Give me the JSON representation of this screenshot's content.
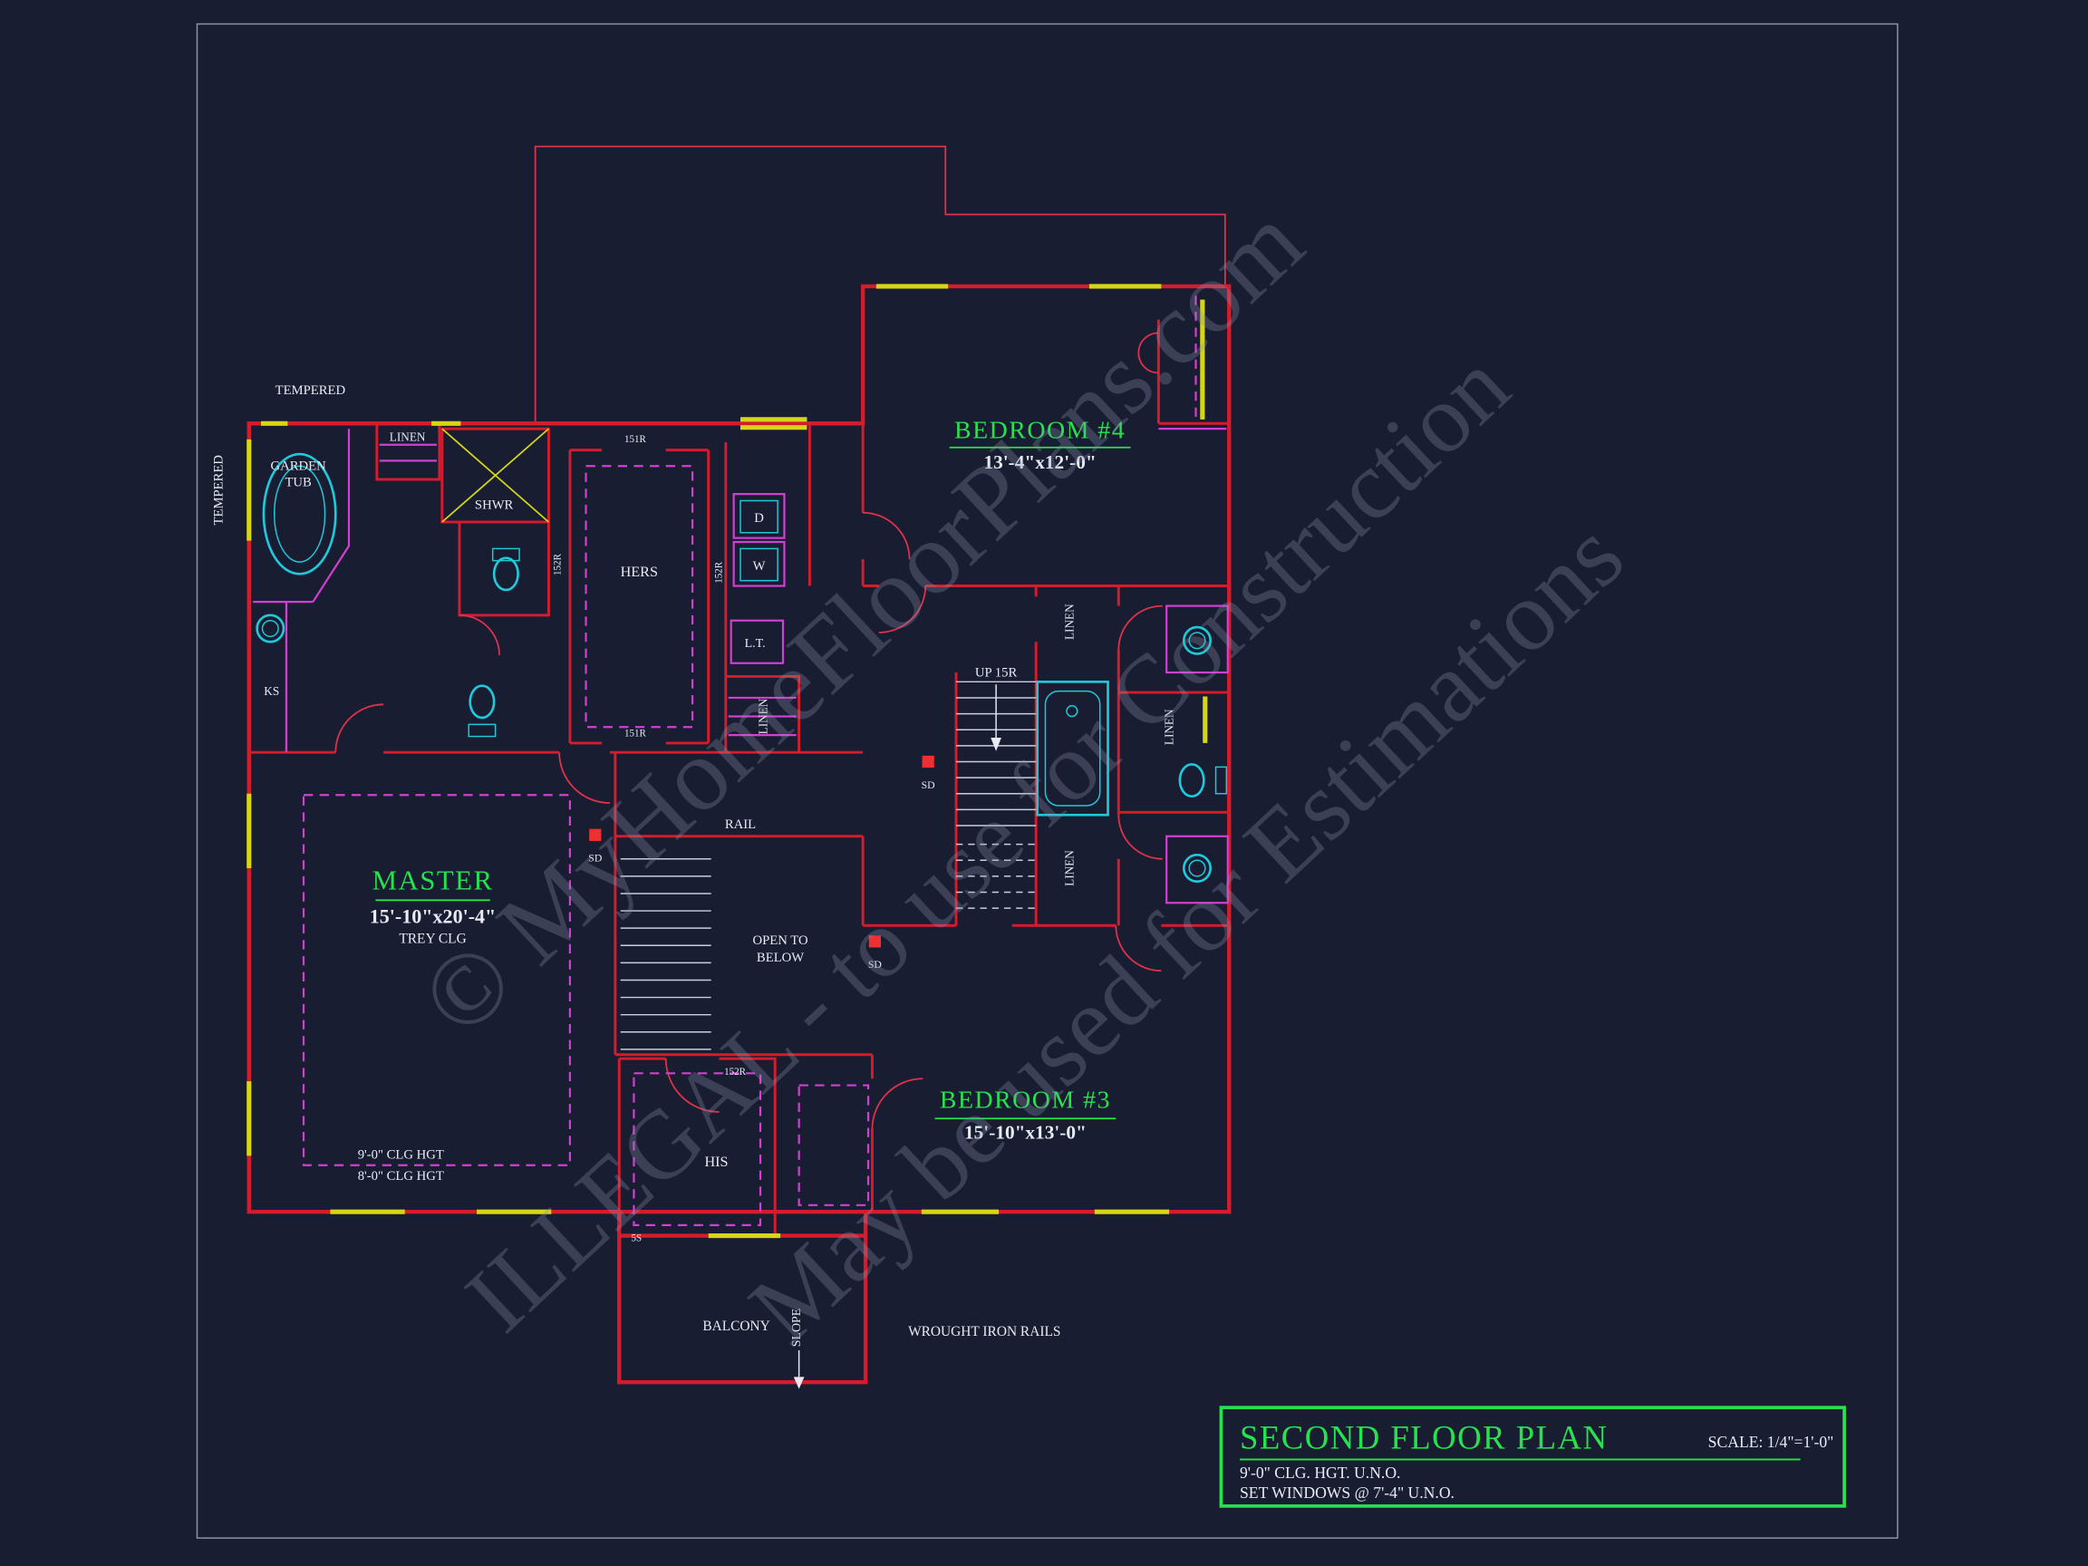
{
  "colors": {
    "background": "#191d31",
    "wall_red": "#d41c2c",
    "magenta": "#d23fd2",
    "cyan": "#1fc9dc",
    "window_yellow": "#d6d616",
    "green": "#27e24f",
    "white": "#e9ebf4",
    "watermark_gray": "#8a93b0"
  },
  "rooms": {
    "bedroom4": {
      "name": "BEDROOM #4",
      "dims": "13'-4\"x12'-0\""
    },
    "master": {
      "name": "MASTER",
      "dims": "15'-10\"x20'-4\"",
      "ceiling": "TREY CLG"
    },
    "bedroom3": {
      "name": "BEDROOM #3",
      "dims": "15'-10\"x13'-0\""
    }
  },
  "labels": {
    "tempered": "TEMPERED",
    "garden": "GARDEN",
    "tub": "TUB",
    "linen": "LINEN",
    "shwr": "SHWR",
    "hers": "HERS",
    "his": "HIS",
    "dryer": "D",
    "washer": "W",
    "lt": "L.T.",
    "ks": "KS",
    "up_15r": "UP 15R",
    "rail": "RAIL",
    "open_to": "OPEN TO",
    "below": "BELOW",
    "sd": "SD",
    "clg_hgt_9": "9'-0\" CLG HGT",
    "clg_hgt_8": "8'-0\" CLG HGT",
    "balcony": "BALCONY",
    "slope": "SLOPE",
    "wrought_iron_rails": "WROUGHT IRON RAILS",
    "door_151r": "151R",
    "door_152r": "152R",
    "steps_5s": "5S"
  },
  "watermark": {
    "line1": "© MyHomeFloorPlans.com",
    "line2": "ILLEGAL - to use for Construction",
    "line3": "May be used for Estimations"
  },
  "title_block": {
    "title": "SECOND FLOOR PLAN",
    "scale": "SCALE: 1/4\"=1'-0\"",
    "note1": "9'-0\" CLG. HGT. U.N.O.",
    "note2": "SET WINDOWS @ 7'-4\" U.N.O."
  }
}
